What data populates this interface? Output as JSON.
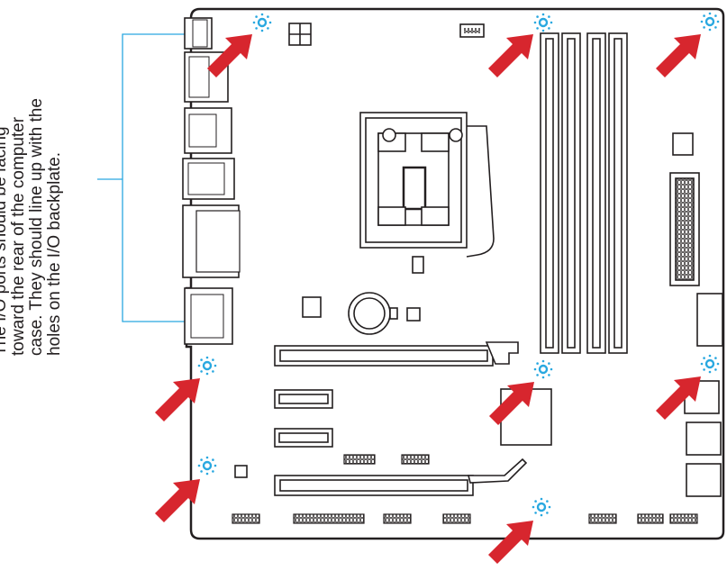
{
  "caption": {
    "lines": [
      "The I/O ports should be facing",
      "toward the rear of the computer",
      "case. They should line up with the",
      "holes on the I/O backplate."
    ]
  },
  "colors": {
    "arrow": "#d7262e",
    "mount_hole": "#29a8e0",
    "callout_line": "#29a8e0",
    "board_outline": "#231f20"
  },
  "icons": {
    "arrow": "red-arrow-icon",
    "hole": "mounting-hole-icon"
  }
}
